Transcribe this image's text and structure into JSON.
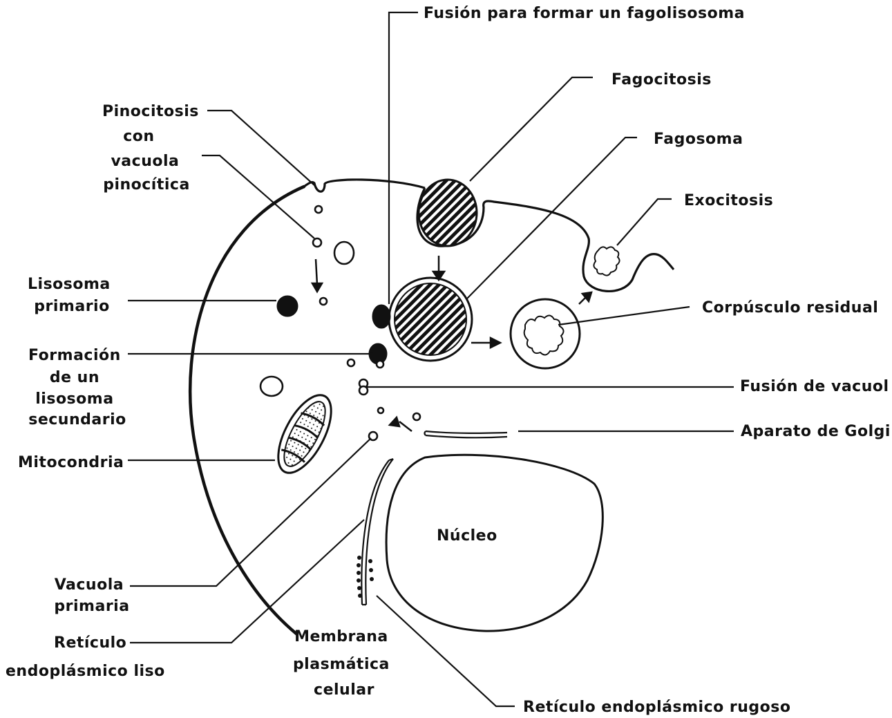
{
  "labels": {
    "fusion_fagolisosoma": "Fusión para formar un fagolisosoma",
    "fagocitosis": "Fagocitosis",
    "pinocitosis": [
      "Pinocitosis",
      "con",
      "vacuola",
      "pinocítica"
    ],
    "fagosoma": "Fagosoma",
    "exocitosis": "Exocitosis",
    "lisosoma_primario": [
      "Lisosoma",
      "primario"
    ],
    "corpusculo_residual": "Corpúsculo residual",
    "formacion_lisosoma_secundario": [
      "Formación",
      "de un",
      "lisosoma",
      "secundario"
    ],
    "fusion_vacuolas": "Fusión de vacuol",
    "aparato_golgi": "Aparato de Golgi",
    "mitocondria": "Mitocondria",
    "nucleo": "Núcleo",
    "vacuola_primaria": [
      "Vacuola",
      "primaria"
    ],
    "reticulo_liso": [
      "Retículo",
      "endoplásmico liso"
    ],
    "membrana_plasmatica": [
      "Membrana",
      "plasmática",
      "celular"
    ],
    "reticulo_rugoso": "Retículo endoplásmico rugoso"
  }
}
